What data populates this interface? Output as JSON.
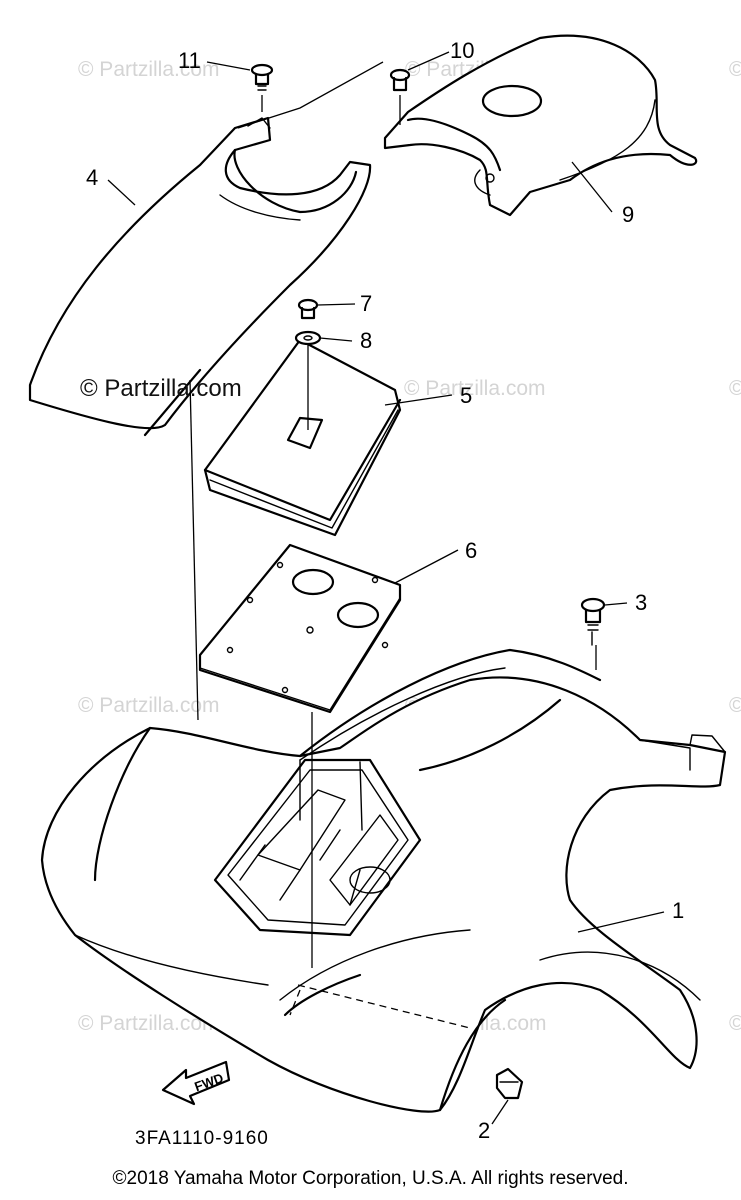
{
  "watermark": {
    "text": "© Partzilla.com",
    "color": "#d4d4d4"
  },
  "callouts": {
    "fender_rear": "1",
    "bolt_fender": "2",
    "bolt_flap": "3",
    "flap_left": "4",
    "cover_box": "5",
    "plate_box": "6",
    "screw_cover": "7",
    "washer": "8",
    "flap_right": "9",
    "bolt_10": "10",
    "bolt_11": "11"
  },
  "labels": {
    "forward_arrow": "FWD",
    "drawing_code": "3FA1110-9160"
  },
  "copyright": "©2018  Yamaha Motor Corporation, U.S.A. All rights reserved."
}
